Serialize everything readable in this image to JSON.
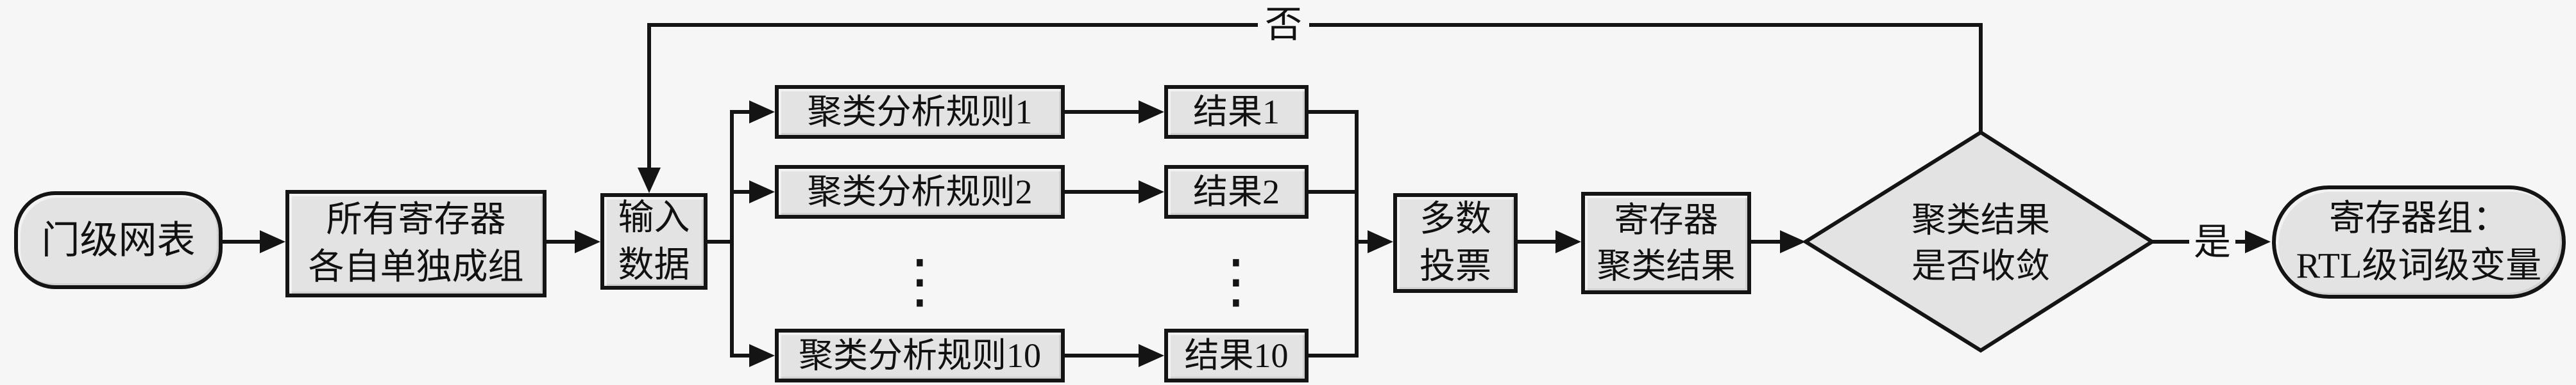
{
  "figure": {
    "background_color": "#f6f6f6",
    "shape_fill_color": "#e3e3e3",
    "line_color": "#141414"
  },
  "nodes": {
    "start": {
      "label": "门级网表"
    },
    "group_all": {
      "line1": "所有寄存器",
      "line2": "各自单独成组"
    },
    "input_data": {
      "line1": "输入",
      "line2": "数据"
    },
    "rules": [
      {
        "label": "聚类分析规则1"
      },
      {
        "label": "聚类分析规则2"
      },
      {
        "label": "聚类分析规则10"
      }
    ],
    "results": [
      {
        "label": "结果1"
      },
      {
        "label": "结果2"
      },
      {
        "label": "结果10"
      }
    ],
    "majority_vote": {
      "line1": "多数",
      "line2": "投票"
    },
    "register_cluster_result": {
      "line1": "寄存器",
      "line2": "聚类结果"
    },
    "decision": {
      "line1": "聚类结果",
      "line2": "是否收敛"
    },
    "end": {
      "line1": "寄存器组：",
      "line2": "RTL级词级变量"
    }
  },
  "edge_labels": {
    "yes": "是",
    "no": "否"
  },
  "misc": {
    "ellipsis": "⋮"
  }
}
